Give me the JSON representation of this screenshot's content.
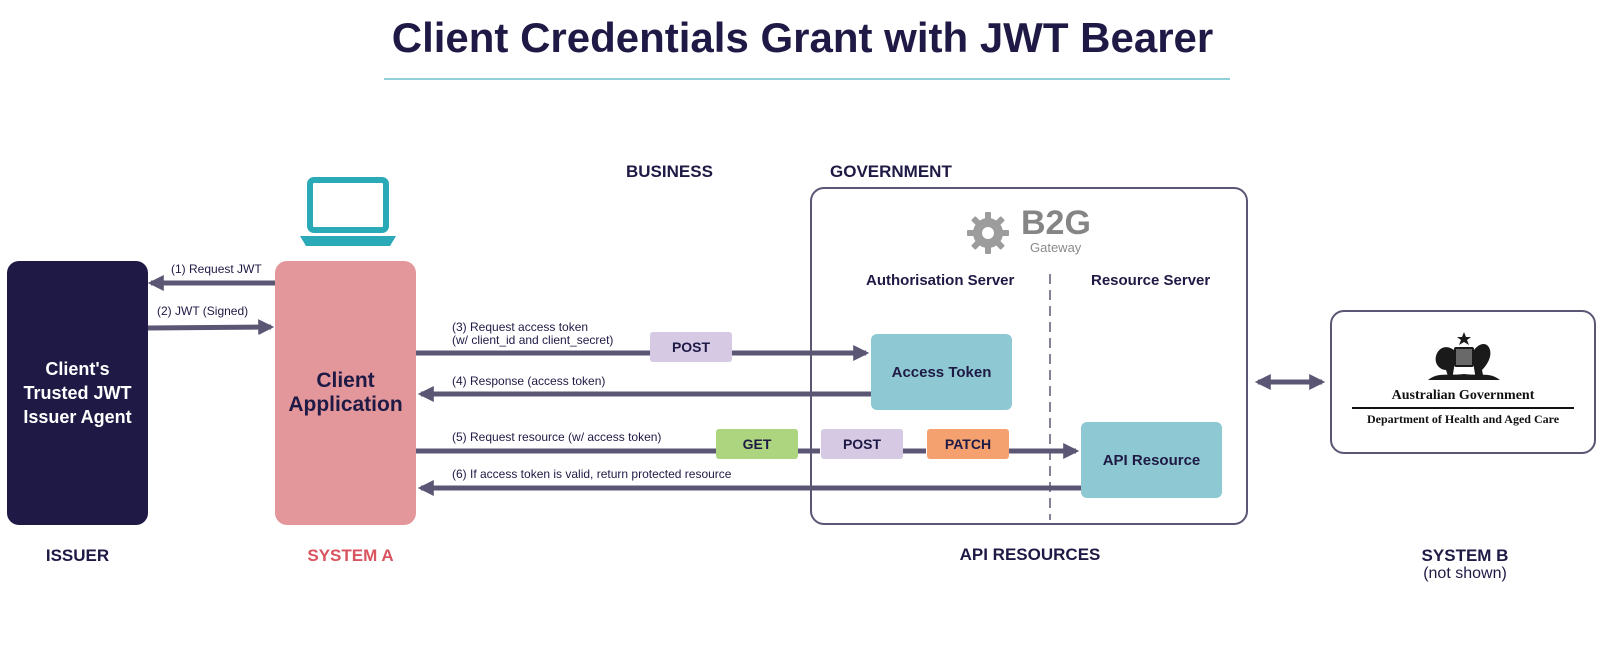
{
  "title": "Client Credentials Grant with JWT Bearer",
  "sections": {
    "business": "BUSINESS",
    "government": "GOVERNMENT"
  },
  "issuer": {
    "box_line1": "Client's",
    "box_line2": "Trusted JWT",
    "box_line3": "Issuer Agent",
    "footer": "ISSUER"
  },
  "system_a": {
    "box_line1": "Client",
    "box_line2": "Application",
    "footer": "SYSTEM A"
  },
  "gateway": {
    "logo": "B2G",
    "sub": "Gateway"
  },
  "servers": {
    "auth": "Authorisation Server",
    "resource": "Resource Server"
  },
  "components": {
    "access_token": "Access Token",
    "api_resource": "API Resource"
  },
  "flows": {
    "step1": "(1) Request JWT",
    "step2": "(2) JWT (Signed)",
    "step3_line1": "(3) Request access token",
    "step3_line2": "(w/ client_id and client_secret)",
    "step4": "(4) Response (access token)",
    "step5": "(5) Request resource (w/ access token)",
    "step6": "(6) If access token is valid, return protected resource"
  },
  "methods": {
    "post_token": "POST",
    "get": "GET",
    "post": "POST",
    "patch": "PATCH"
  },
  "api_resources_footer": "API RESOURCES",
  "system_b": {
    "emblem_line1": "Australian Government",
    "emblem_line2": "Department of Health and Aged Care",
    "footer": "SYSTEM B",
    "footer_sub": "(not shown)"
  },
  "colors": {
    "navy": "#1e1a45",
    "arrow": "#5c5675",
    "client_pink": "#e4979a",
    "teal_box": "#8ec8d2",
    "laptop_teal": "#2aa9b6",
    "post_purple": "#d5c9e3",
    "get_green": "#add57f",
    "patch_orange": "#f4a16f",
    "system_a_label": "#d9545f"
  },
  "icons": [
    "laptop-icon",
    "gear-icon",
    "coat-of-arms-icon"
  ]
}
